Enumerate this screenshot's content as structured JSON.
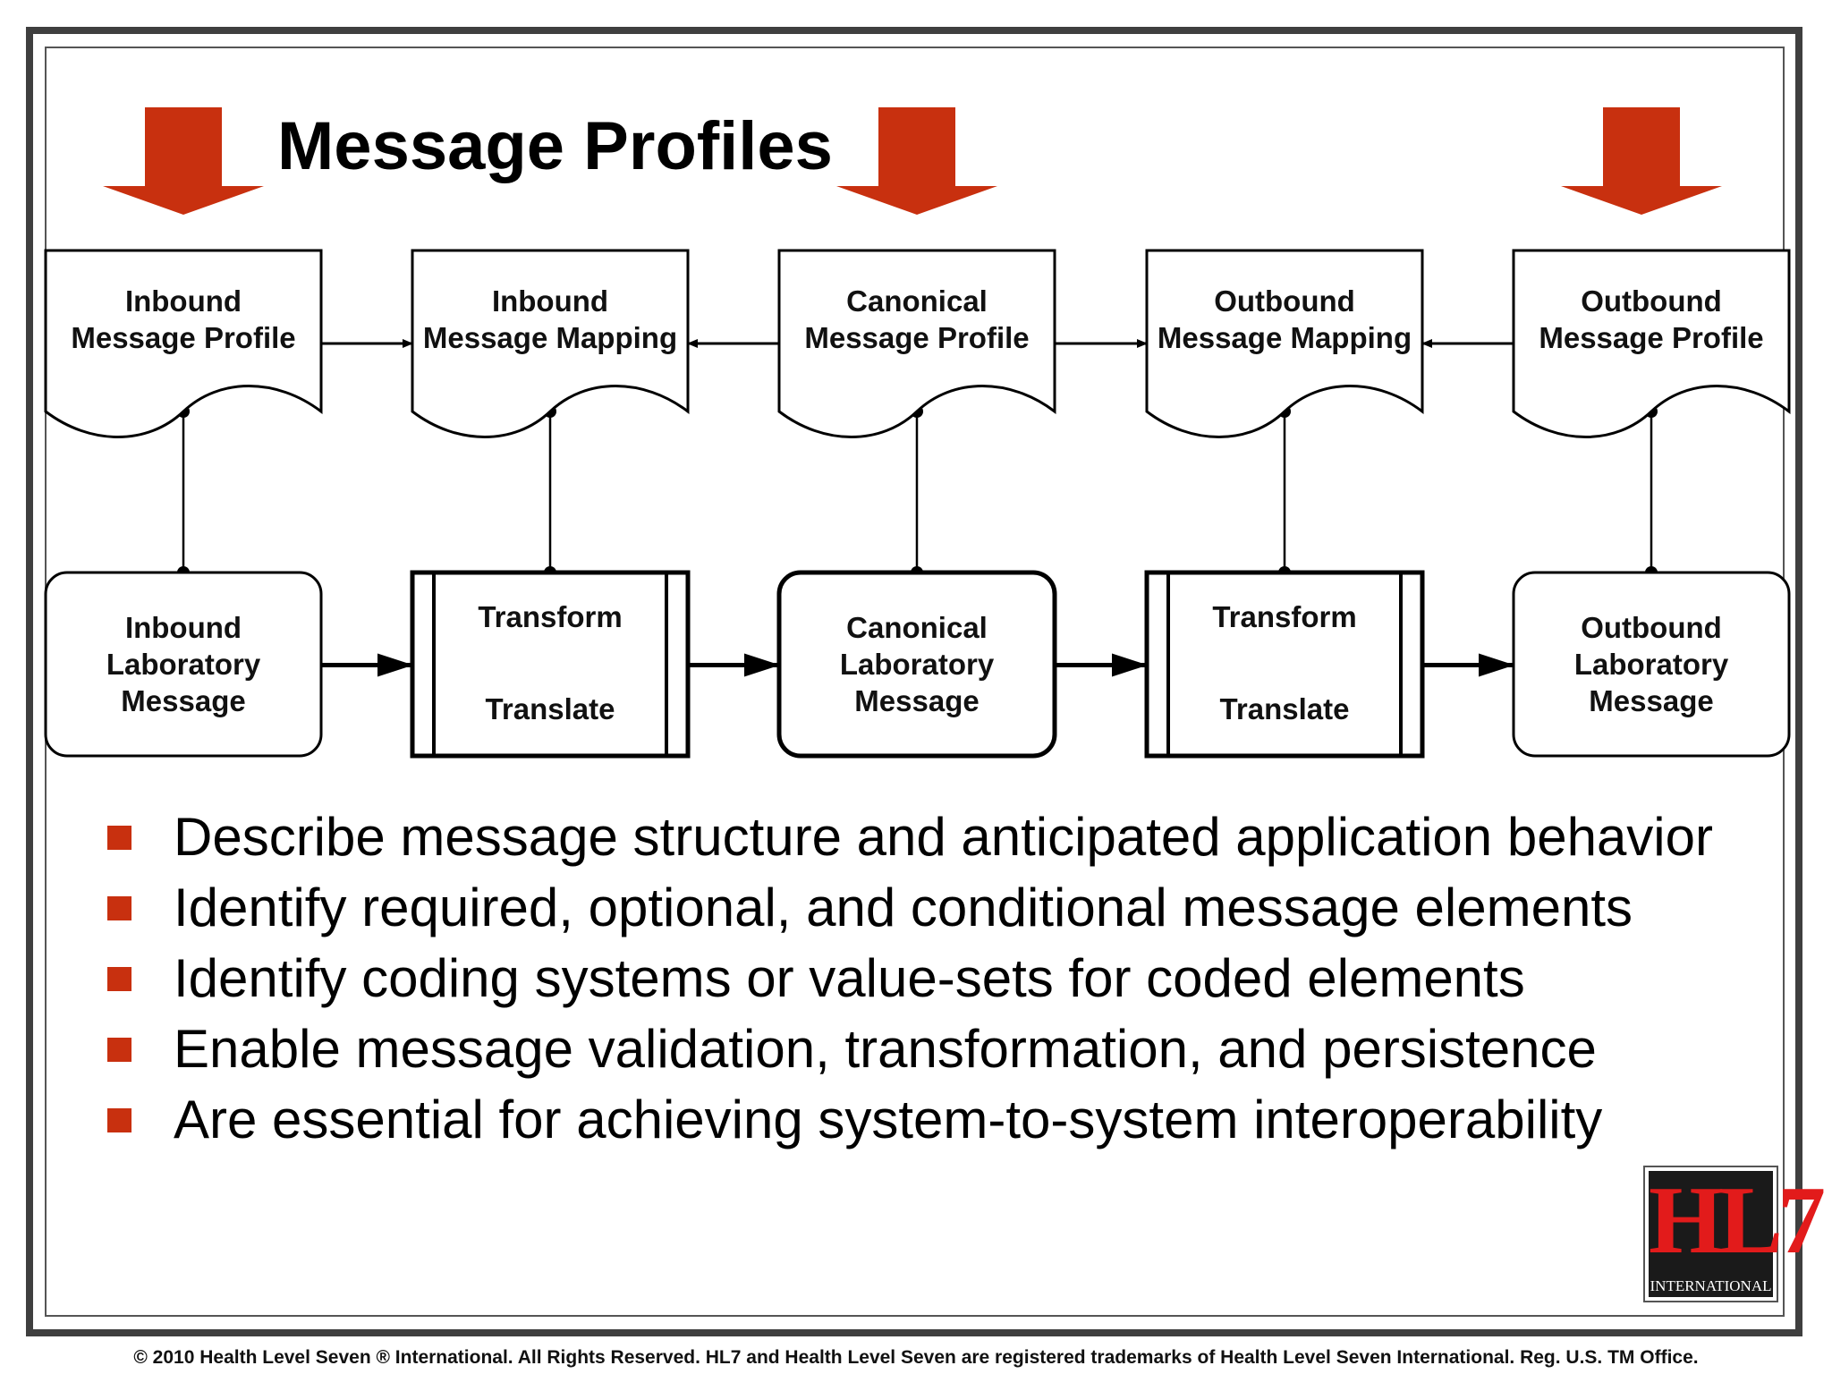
{
  "title": "Message Profiles",
  "accent_color": "#c8300f",
  "top_boxes": [
    {
      "lines": [
        "Inbound",
        "Message Profile"
      ]
    },
    {
      "lines": [
        "Inbound",
        "Message Mapping"
      ]
    },
    {
      "lines": [
        "Canonical",
        "Message Profile"
      ]
    },
    {
      "lines": [
        "Outbound",
        "Message Mapping"
      ]
    },
    {
      "lines": [
        "Outbound",
        "Message Profile"
      ]
    }
  ],
  "bottom_boxes": [
    {
      "kind": "message",
      "lines": [
        "Inbound",
        "Laboratory",
        "Message"
      ]
    },
    {
      "kind": "process",
      "upper": "Transform",
      "lower": "Translate"
    },
    {
      "kind": "message",
      "lines": [
        "Canonical",
        "Laboratory",
        "Message"
      ]
    },
    {
      "kind": "process",
      "upper": "Transform",
      "lower": "Translate"
    },
    {
      "kind": "message",
      "lines": [
        "Outbound",
        "Laboratory",
        "Message"
      ]
    }
  ],
  "bullets": [
    "Describe message structure and anticipated application behavior",
    "Identify required, optional, and conditional message elements",
    "Identify coding systems or value-sets for coded elements",
    "Enable message validation, transformation, and persistence",
    "Are essential for achieving system-to-system interoperability"
  ],
  "logo": {
    "mark": "HL7",
    "caption": "INTERNATIONAL"
  },
  "footer": "© 2010 Health Level Seven ® International. All Rights Reserved. HL7 and Health Level Seven are registered trademarks of Health Level Seven International. Reg. U.S. TM Office."
}
